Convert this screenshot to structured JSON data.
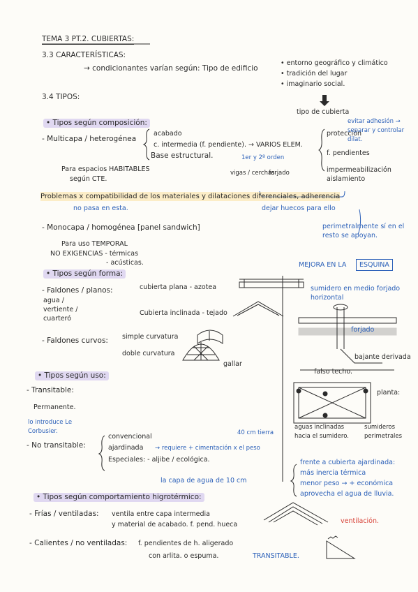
{
  "title": "TEMA 3 PT.2. CUBIERTAS:",
  "s33": {
    "heading": "3.3 CARACTERÍSTICAS:",
    "line": "→ condicionantes varían según: Tipo de edificio",
    "factors": [
      "• entorno geográfico y climático",
      "• tradición del lugar",
      "• imaginario social."
    ],
    "result": "tipo de cubierta"
  },
  "s34": {
    "heading": "3.4 TIPOS:"
  },
  "comp": {
    "heading": "• Tipos según composición:",
    "multi": "- Multicapa / heterogénea",
    "layers": [
      "acabado",
      "c. intermedia (f. pendiente). → VARIOS ELEM.",
      "Base estructural."
    ],
    "base_note_1": "1er y 2º orden",
    "base_note_2": "vigas / cerchas",
    "base_note_3": "forjado",
    "uses_1": "Para espacios HABITABLES",
    "uses_2": "según CTE.",
    "elems": [
      "protección",
      "f. pendientes",
      "impermeabilización",
      "aislamiento"
    ],
    "elem_note": "evitar adhesión → separar y controlar dilat.",
    "problems": "Problemas x compatibilidad de los materiales y dilataciones diferenciales, adherencia",
    "no_pasa": "no pasa en esta.",
    "dejar": "dejar huecos para ello",
    "perim": "perimetralmente sí en el resto se apoyan.",
    "mono": "- Monocapa / homogénea [panel sandwich]",
    "mono_1": "Para uso TEMPORAL",
    "mono_2": "NO EXIGENCIAS - térmicas",
    "mono_3": "- acústicas."
  },
  "forma": {
    "heading": "• Tipos según forma:",
    "mejora": "MEJORA EN LA",
    "esquina": "ESQUINA",
    "faldones": "- Faldones / planos:",
    "faldones_sub": "agua / vertiente / cuarteró",
    "plana": "cubierta plana - azotea",
    "inclinada": "Cubierta inclinada - tejado",
    "sumidero": "sumidero en medio forjado horizontal",
    "forjado": "forjado",
    "bajante": "bajante derivada",
    "falso": "falso techo.",
    "curvos": "- Faldones curvos:",
    "simple": "simple curvatura",
    "doble": "doble curvatura",
    "gallar": "gallar",
    "planta": "planta:",
    "aguas": "aguas inclinadas hacia el sumidero.",
    "sumideros": "sumideros perimetrales"
  },
  "uso": {
    "heading": "• Tipos según uso:",
    "transitable": "- Transitable:",
    "permanente": "Permanente.",
    "introduce": "lo introduce Le Corbusier.",
    "no_trans": "- No transitable:",
    "conv": "convencional",
    "ajard": "ajardinada",
    "ajard_note": "→ requiere + cimentación x el peso",
    "tierra": "40 cm tierra",
    "espec": "Especiales: - aljibe / ecológica.",
    "capa": "la capa de agua de 10 cm",
    "frente": "frente a cubierta ajardinada:",
    "ventajas": [
      "más inercia térmica",
      "menor peso → + económica",
      "aprovecha el agua de lluvia."
    ]
  },
  "higro": {
    "heading": "• Tipos según comportamiento higrotérmico:",
    "frias": "- Frías / ventiladas:",
    "frias_desc_1": "ventila entre capa intermedia",
    "frias_desc_2": "y material de acabado. f. pend. hueca",
    "ventilacion": "ventilación.",
    "calientes": "- Calientes / no ventiladas:",
    "cal_desc_1": "f. pendientes de h. aligerado",
    "cal_desc_2": "con arlita. o espuma.",
    "transitable": "TRANSITABLE."
  },
  "colors": {
    "ink": "#2a2a2a",
    "blue": "#2a5fb8",
    "red": "#d8443a",
    "highlight": "#b7a7ea",
    "yellow": "#f7dc8c"
  }
}
